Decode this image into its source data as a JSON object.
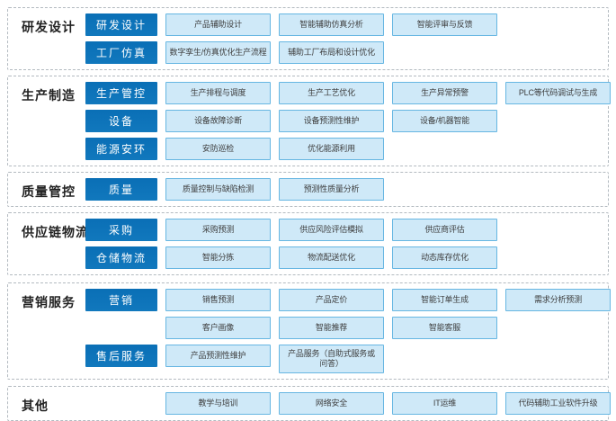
{
  "colors": {
    "dark_button_bg": "#0a6fb6",
    "dark_button_bg_bottom": "#1178bd",
    "dark_button_text": "#ffffff",
    "item_box_bg": "#cfe9f8",
    "item_box_border": "#66b6e2",
    "item_text": "#3d3d3d",
    "section_dashed_border": "#b3bac0",
    "category_label_text": "#222222",
    "page_background": "#ffffff"
  },
  "sections": [
    {
      "label": "研发设计",
      "rows": [
        {
          "button": "研发设计",
          "items": [
            "产品辅助设计",
            "智能辅助仿真分析",
            "智能评审与反馈"
          ]
        },
        {
          "button": "工厂仿真",
          "items": [
            "数字孪生/仿真优化生产流程",
            "辅助工厂布局和设计优化"
          ]
        }
      ]
    },
    {
      "label": "生产制造",
      "rows": [
        {
          "button": "生产管控",
          "items": [
            "生产排程与调度",
            "生产工艺优化",
            "生产异常预警",
            "PLC等代码调试与生成"
          ]
        },
        {
          "button": "设备",
          "items": [
            "设备故障诊断",
            "设备预测性维护",
            "设备/机器智能"
          ]
        },
        {
          "button": "能源安环",
          "items": [
            "安防巡检",
            "优化能源利用"
          ]
        }
      ]
    },
    {
      "label": "质量管控",
      "rows": [
        {
          "button": "质量",
          "items": [
            "质量控制与缺陷检测",
            "预测性质量分析"
          ]
        }
      ]
    },
    {
      "label": "供应链物流",
      "rows": [
        {
          "button": "采购",
          "items": [
            "采购预测",
            "供应风险评估模拟",
            "供应商评估"
          ]
        },
        {
          "button": "仓储物流",
          "items": [
            "智能分拣",
            "物流配送优化",
            "动态库存优化"
          ]
        }
      ]
    },
    {
      "label": "营销服务",
      "rows": [
        {
          "button": "营销",
          "items": [
            "销售预测",
            "产品定价",
            "智能订单生成",
            "需求分析预测"
          ]
        },
        {
          "button": null,
          "items": [
            "客户画像",
            "智能推荐",
            "智能客服"
          ]
        },
        {
          "button": "售后服务",
          "items": [
            "产品预测性维护",
            "产品服务（自助式服务或问答）"
          ]
        }
      ]
    },
    {
      "label": "其他",
      "rows": [
        {
          "button": null,
          "items": [
            "教学与培训",
            "网络安全",
            "IT运维",
            "代码辅助工业软件升级"
          ]
        }
      ]
    }
  ]
}
